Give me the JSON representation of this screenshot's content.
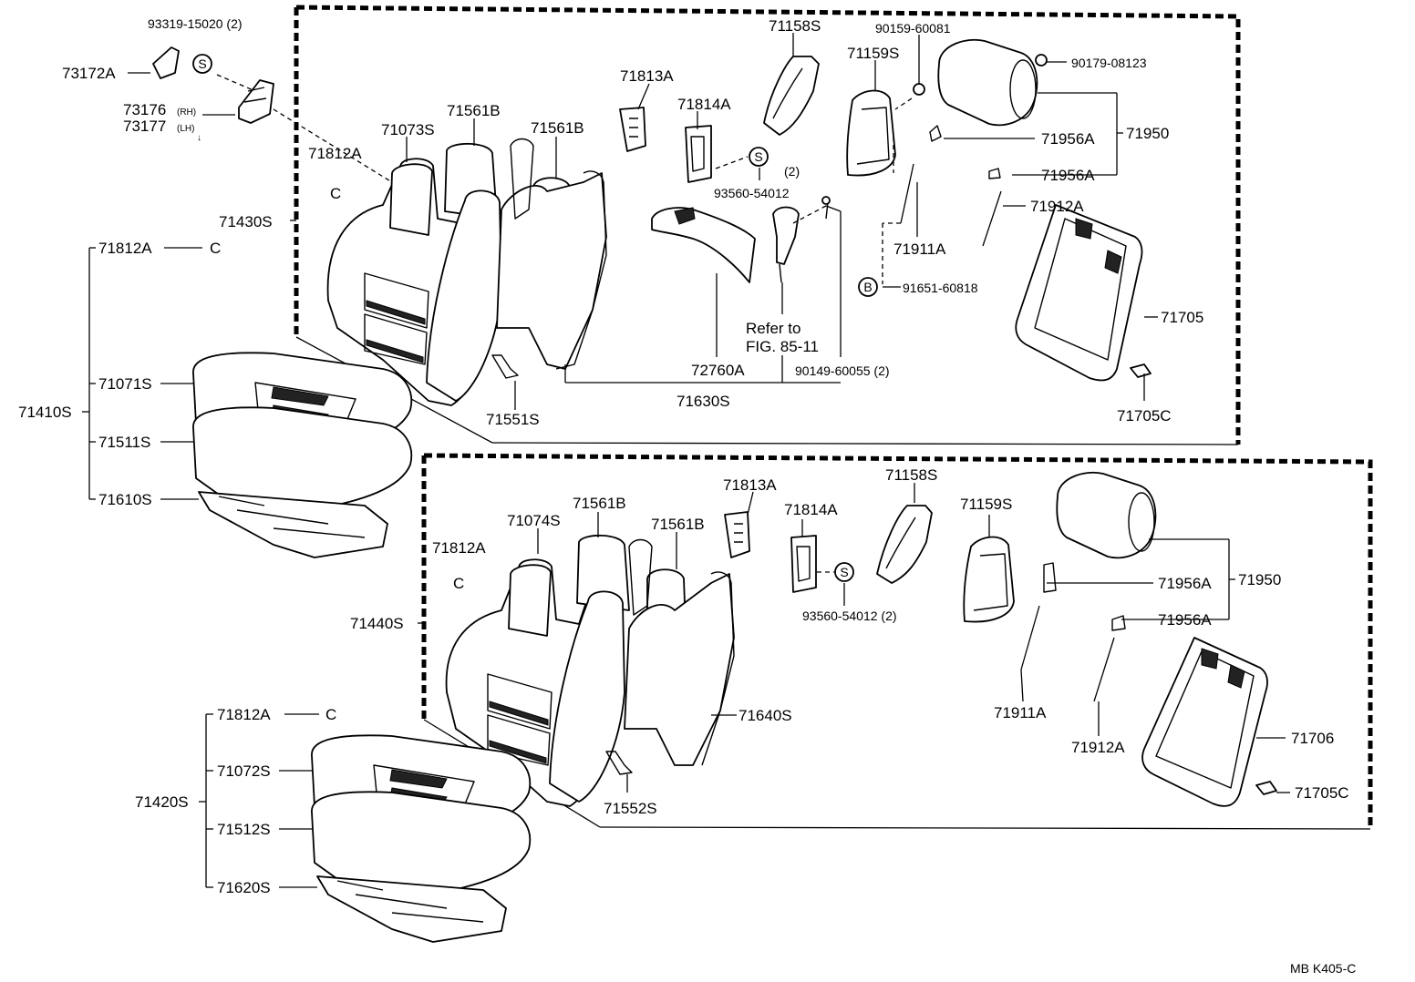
{
  "figure_code": "MB  K405-C",
  "group_upper": {
    "assembly_back": "71430S",
    "hinge_fasteners": "93319-15020 (2)",
    "hinge_cover": "73172A",
    "hinge_rh_part": "73176",
    "hinge_rh_side": "(RH)",
    "hinge_lh_part": "73177",
    "hinge_lh_side": "(LH)",
    "hog_ring": "71812A",
    "back_cover": "71073S",
    "side_pad_left": "71561B",
    "side_pad_right": "71561B",
    "frame": "71551S",
    "spring_assy": "71630S",
    "recliner_bracket": "71813A",
    "recliner_plate": "71814A",
    "recliner_screws": "93560-54012",
    "recliner_screws_qty": "(2)",
    "lever": "72760A",
    "refer_line1": "Refer to",
    "refer_line2": "FIG. 85-11",
    "frame_screws": "90149-60055 (2)",
    "side_cover_outer": "71158S",
    "side_cover_inner": "71159S",
    "clip_a": "90159-60081",
    "clip_b": "90179-08123",
    "headrest": "71950",
    "headrest_support_a": "71956A",
    "headrest_support_b": "71956A",
    "guide_left": "71911A",
    "guide_right": "71912A",
    "bolt": "91651-60818",
    "back_board": "71705",
    "board_clip": "71705C"
  },
  "cushion_upper": {
    "assembly": "71410S",
    "hog_ring": "71812A",
    "cover": "71071S",
    "pad": "71511S",
    "spring": "71610S"
  },
  "group_lower": {
    "assembly_back": "71440S",
    "hog_ring": "71812A",
    "back_cover": "71074S",
    "side_pad_left": "71561B",
    "side_pad_right": "71561B",
    "recliner_bracket": "71813A",
    "recliner_plate": "71814A",
    "recliner_screws": "93560-54012 (2)",
    "side_cover_outer": "71158S",
    "side_cover_inner": "71159S",
    "headrest": "71950",
    "headrest_support_a": "71956A",
    "headrest_support_b": "71956A",
    "spring_assy": "71640S",
    "frame": "71552S",
    "guide_left": "71911A",
    "guide_right": "71912A",
    "back_board": "71706",
    "board_clip": "71705C"
  },
  "cushion_lower": {
    "assembly": "71420S",
    "hog_ring": "71812A",
    "cover": "71072S",
    "pad": "71512S",
    "spring": "71620S"
  },
  "symbols": {
    "s_mark": "S",
    "b_mark": "B",
    "ring_mark": "C",
    "rh_lh_arrow": "↓"
  }
}
